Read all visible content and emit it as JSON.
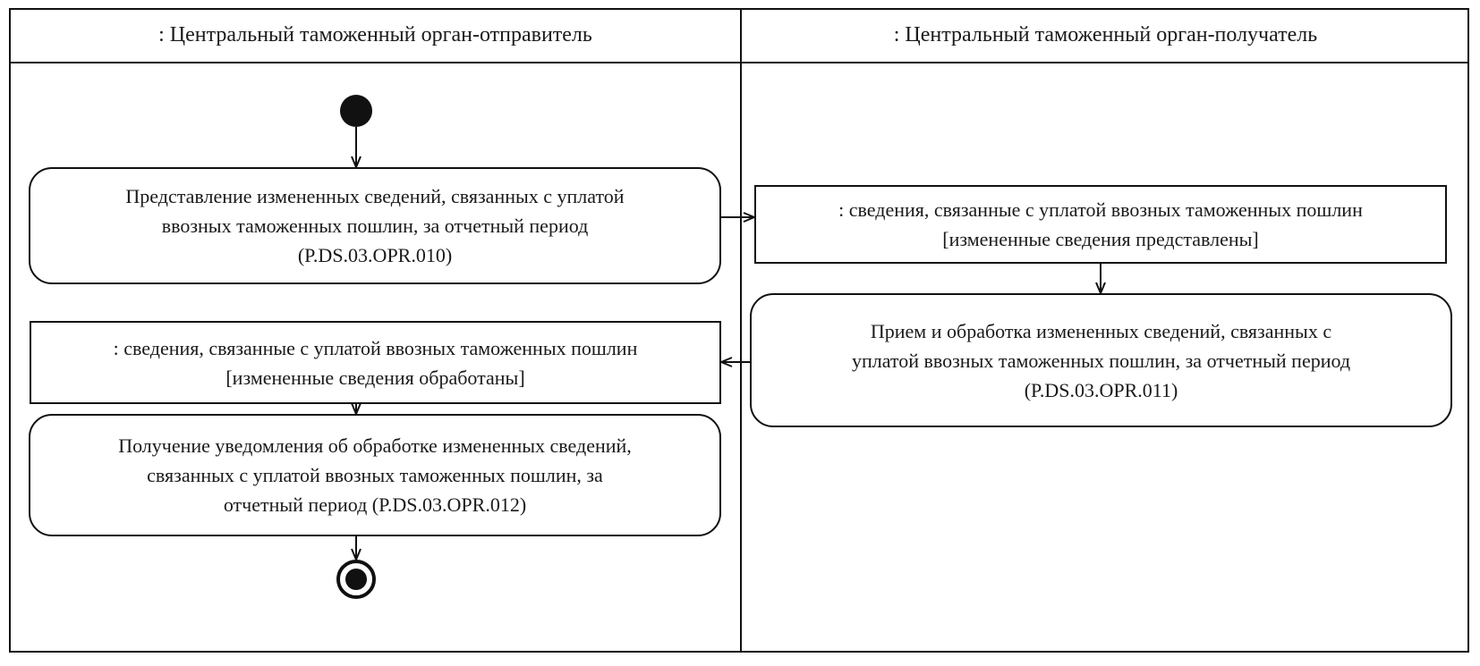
{
  "diagram": {
    "type": "uml-activity-diagram",
    "frame_border_color": "#111111",
    "background_color": "#ffffff"
  },
  "lanes": [
    {
      "id": "sender",
      "title": ": Центральный таможенный орган-отправитель"
    },
    {
      "id": "receiver",
      "title": ": Центральный таможенный орган-получатель"
    }
  ],
  "nodes": {
    "initial": {
      "kind": "initial-node",
      "label": ""
    },
    "action_010": {
      "kind": "action",
      "lane": "sender",
      "text": "Представление измененных сведений, связанных с уплатой\nввозных таможенных пошлин, за отчетный период\n(P.DS.03.OPR.010)",
      "code": "P.DS.03.OPR.010"
    },
    "object_right": {
      "kind": "object-node",
      "lane": "receiver",
      "text": ": сведения, связанные с уплатой ввозных таможенных пошлин\n[измененные сведения представлены]",
      "state": "[измененные сведения представлены]"
    },
    "action_011": {
      "kind": "action",
      "lane": "receiver",
      "text": "Прием и обработка измененных сведений, связанных с\nуплатой ввозных таможенных пошлин, за отчетный период\n(P.DS.03.OPR.011)",
      "code": "P.DS.03.OPR.011"
    },
    "object_left": {
      "kind": "object-node",
      "lane": "sender",
      "text": ": сведения, связанные с уплатой ввозных таможенных пошлин\n[измененные сведения обработаны]",
      "state": "[измененные сведения обработаны]"
    },
    "action_012": {
      "kind": "action",
      "lane": "sender",
      "text": "Получение уведомления об обработке измененных сведений,\nсвязанных с уплатой ввозных таможенных пошлин, за\nотчетный период (P.DS.03.OPR.012)",
      "code": "P.DS.03.OPR.012"
    },
    "final": {
      "kind": "activity-final-node",
      "label": ""
    }
  },
  "edges": [
    {
      "from": "initial",
      "to": "action_010",
      "label": ""
    },
    {
      "from": "action_010",
      "to": "object_right",
      "label": ""
    },
    {
      "from": "object_right",
      "to": "action_011",
      "label": ""
    },
    {
      "from": "action_011",
      "to": "object_left",
      "label": ""
    },
    {
      "from": "object_left",
      "to": "action_012",
      "label": ""
    },
    {
      "from": "action_012",
      "to": "final",
      "label": ""
    }
  ]
}
